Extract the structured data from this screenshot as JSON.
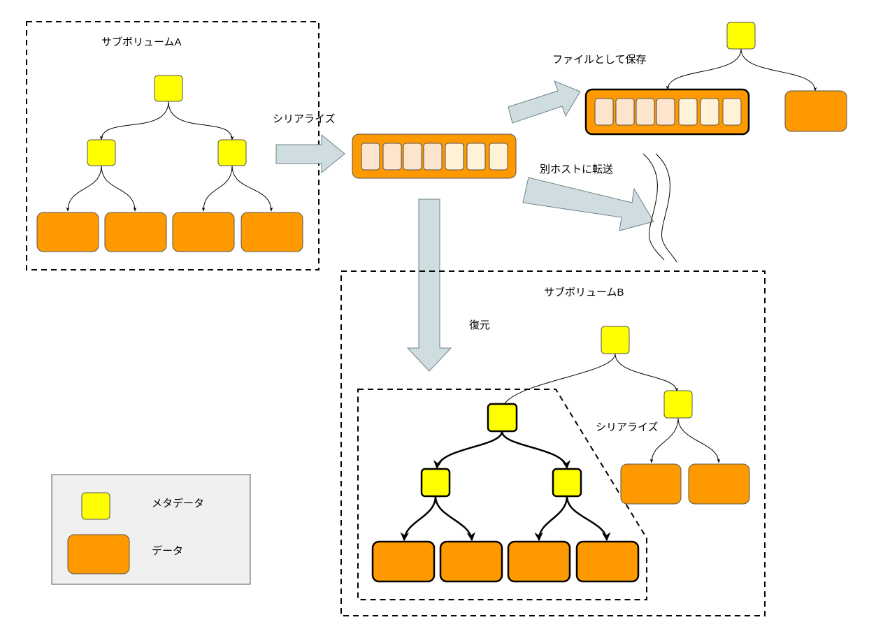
{
  "labels": {
    "subvolume_a": "サブボリュームA",
    "subvolume_b": "サブボリュームB",
    "serialize": "シリアライズ",
    "save_as_file": "ファイルとして保存",
    "transfer_other_host": "別ホストに転送",
    "restore": "復元",
    "serialize_b": "シリアライズ"
  },
  "legend": {
    "metadata": "メタデータ",
    "data": "データ"
  },
  "colors": {
    "metadata_fill": "#ffff00",
    "data_fill": "#ff9900",
    "stream_cell_light": "#fde4cc",
    "stream_cell_pale": "#fff2d6",
    "arrow_fill": "#cfdde1",
    "legend_bg": "#f0f0f0"
  }
}
